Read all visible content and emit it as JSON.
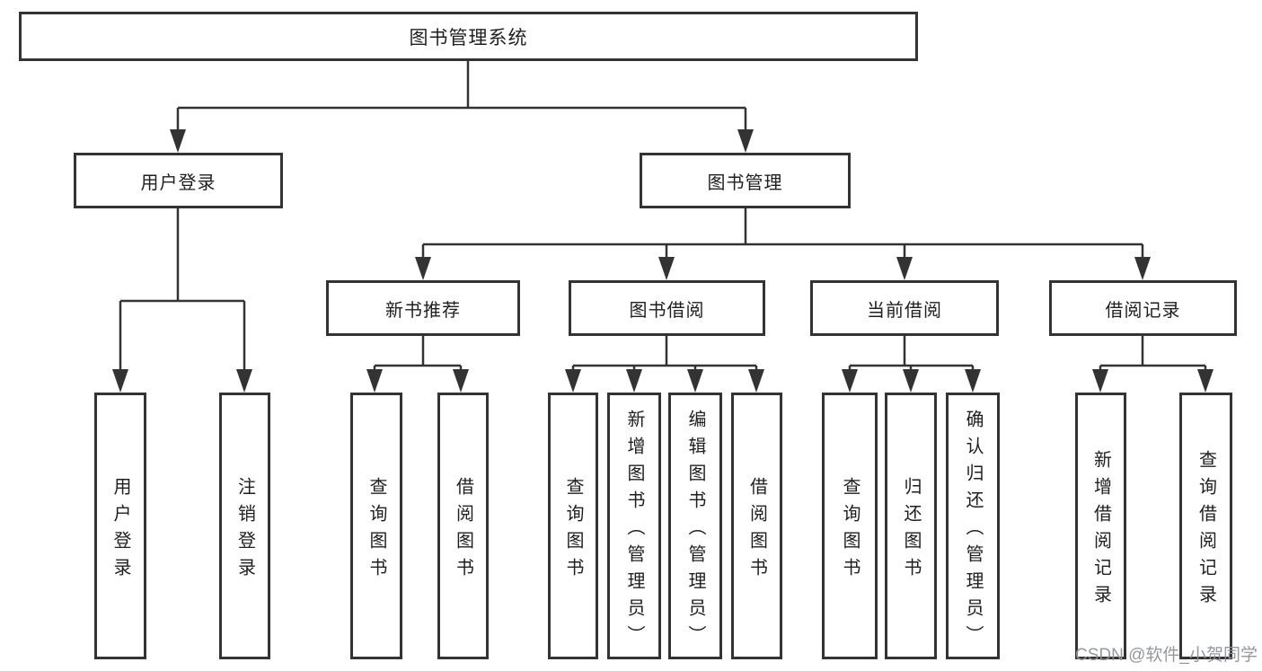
{
  "diagram": {
    "root": {
      "label": "图书管理系统",
      "children": [
        {
          "label": "用户登录",
          "children": [
            {
              "label": "用户登录"
            },
            {
              "label": "注销登录"
            }
          ]
        },
        {
          "label": "图书管理",
          "children": [
            {
              "label": "新书推荐",
              "children": [
                {
                  "label": "查询图书"
                },
                {
                  "label": "借阅图书"
                }
              ]
            },
            {
              "label": "图书借阅",
              "children": [
                {
                  "label": "查询图书"
                },
                {
                  "label": "新增图书（管理员）"
                },
                {
                  "label": "编辑图书（管理员）"
                },
                {
                  "label": "借阅图书"
                }
              ]
            },
            {
              "label": "当前借阅",
              "children": [
                {
                  "label": "查询图书"
                },
                {
                  "label": "归还图书"
                },
                {
                  "label": "确认归还（管理员）"
                }
              ]
            },
            {
              "label": "借阅记录",
              "children": [
                {
                  "label": "新增借阅记录"
                },
                {
                  "label": "查询借阅记录"
                }
              ]
            }
          ]
        }
      ]
    },
    "colors": {
      "line": "#333333",
      "box_border": "#333333",
      "box_fill": "#ffffff",
      "text": "#1f1f1f",
      "watermark": "#8e939c"
    }
  },
  "watermark": {
    "text": "CSDN @软件_小贺同学"
  }
}
